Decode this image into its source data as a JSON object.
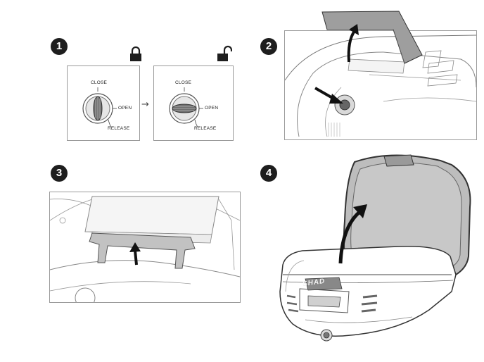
{
  "steps": [
    {
      "number": "1"
    },
    {
      "number": "2"
    },
    {
      "number": "3"
    },
    {
      "number": "4"
    }
  ],
  "step1": {
    "dial_closed": {
      "close": "CLOSE",
      "open": "OPEN",
      "release": "RELEASE"
    },
    "dial_open": {
      "close": "CLOSE",
      "open": "OPEN",
      "release": "RELEASE"
    },
    "arrow": "→"
  },
  "step4": {
    "brand": "SHAD"
  },
  "colors": {
    "badge": "#1e1e1e",
    "line": "#6b6b6b",
    "lid_gray": "#bdbdbd",
    "arrow": "#111111"
  }
}
